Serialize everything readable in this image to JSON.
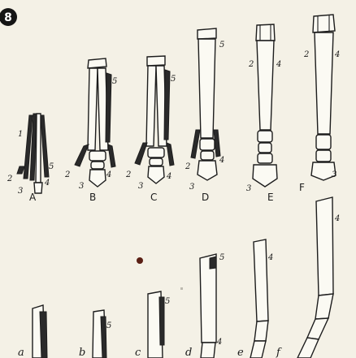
{
  "figure_number": "8",
  "upper_panel": {
    "captions": [
      "A",
      "B",
      "C",
      "D",
      "E",
      "F"
    ],
    "digit_labels": [
      "1",
      "2",
      "3",
      "4",
      "5"
    ]
  },
  "lower_panel": {
    "captions": [
      "a",
      "b",
      "c",
      "d",
      "e",
      "f"
    ],
    "digit_labels": [
      "4",
      "5"
    ]
  }
}
